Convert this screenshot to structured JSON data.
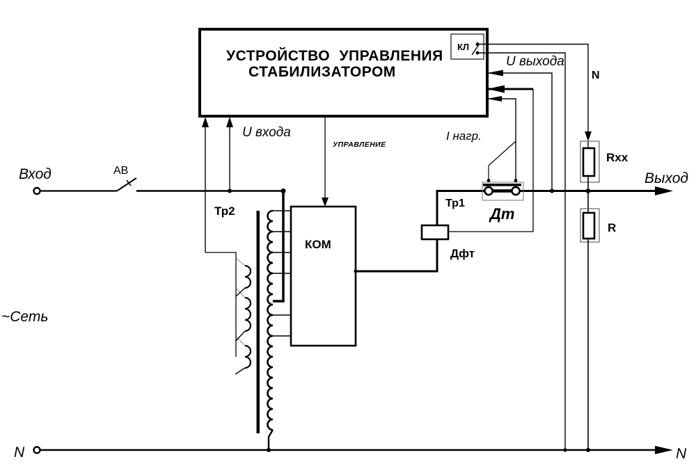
{
  "diagram": {
    "control_unit": {
      "title_line1": "УСТРОЙСТВО УПРАВЛЕНИЯ",
      "title_line2": "СТАБИЛИЗАТОРОМ",
      "relay_label": "КЛ"
    },
    "signals": {
      "u_output": "U выхода",
      "u_input": "U входа",
      "i_load": "I нагр.",
      "control": "УПРАВЛЕНИЕ",
      "neutral_top": "N"
    },
    "components": {
      "breaker": "АВ",
      "transformer2": "Тр2",
      "commutator": "КОМ",
      "transformer1": "Тр1",
      "current_sensor": "Дт",
      "filter_sensor": "Дфт",
      "resistor_idle": "Rxx",
      "resistor_load": "R"
    },
    "terminals": {
      "input": "Вход",
      "output": "Выход",
      "mains": "~Сеть",
      "neutral_left": "N",
      "neutral_right": "N"
    },
    "colors": {
      "line": "#000000",
      "background": "#ffffff",
      "light_outline": "#777777"
    }
  }
}
